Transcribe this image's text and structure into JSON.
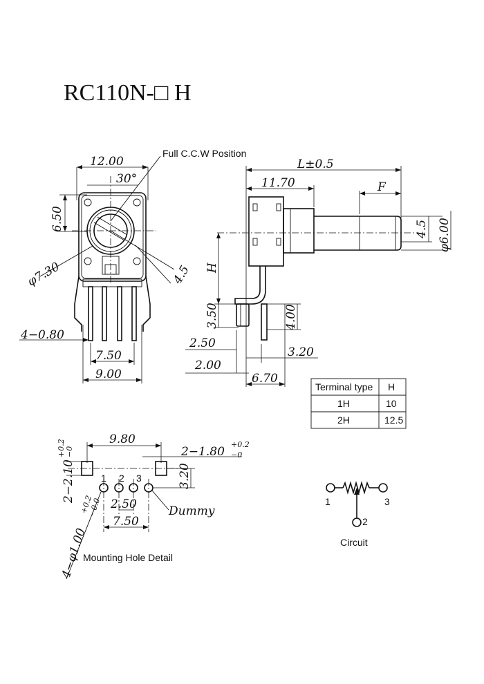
{
  "title": "RC110N-□ H",
  "front_view": {
    "ccw_label": "Full C.C.W Position",
    "width": "12.00",
    "angle": "30°",
    "height_to_center": "6.50",
    "body_diameter": "φ7.30",
    "flat": "4.5",
    "lead_width": "4−0.80",
    "pitch_outer": "7.50",
    "body_width": "9.00"
  },
  "side_view": {
    "total_length": "L±0.5",
    "body_length": "11.70",
    "flat_length": "F",
    "shaft_flat": "4.5",
    "shaft_diameter": "φ6.00",
    "height": "H",
    "lead_offset": "3.50",
    "lead_length": "4.00",
    "dim_250": "2.50",
    "dim_320": "3.20",
    "dim_200": "2.00",
    "dim_670": "6.70"
  },
  "terminal_table": {
    "headers": [
      "Terminal type",
      "H"
    ],
    "rows": [
      [
        "1H",
        "10"
      ],
      [
        "2H",
        "12.5"
      ]
    ]
  },
  "mounting": {
    "caption": "Mounting Hole Detail",
    "span": "9.80",
    "slot_width": "2−1.80",
    "slot_tol": "+0.2",
    "slot_tol_low": "−0",
    "slot_height": "2−2.10",
    "slot_h_tol": "+0.2",
    "slot_h_tol_low": "−0",
    "row_offset": "3.20",
    "pin_labels": [
      "1",
      "2",
      "3"
    ],
    "pitch": "2.50",
    "pitch_total": "7.50",
    "hole": "4−φ1.00",
    "hole_tol": "+0.2",
    "hole_tol_low": "−0.0",
    "dummy": "Dummy"
  },
  "circuit": {
    "caption": "Circuit",
    "pins": [
      "1",
      "2",
      "3"
    ]
  }
}
